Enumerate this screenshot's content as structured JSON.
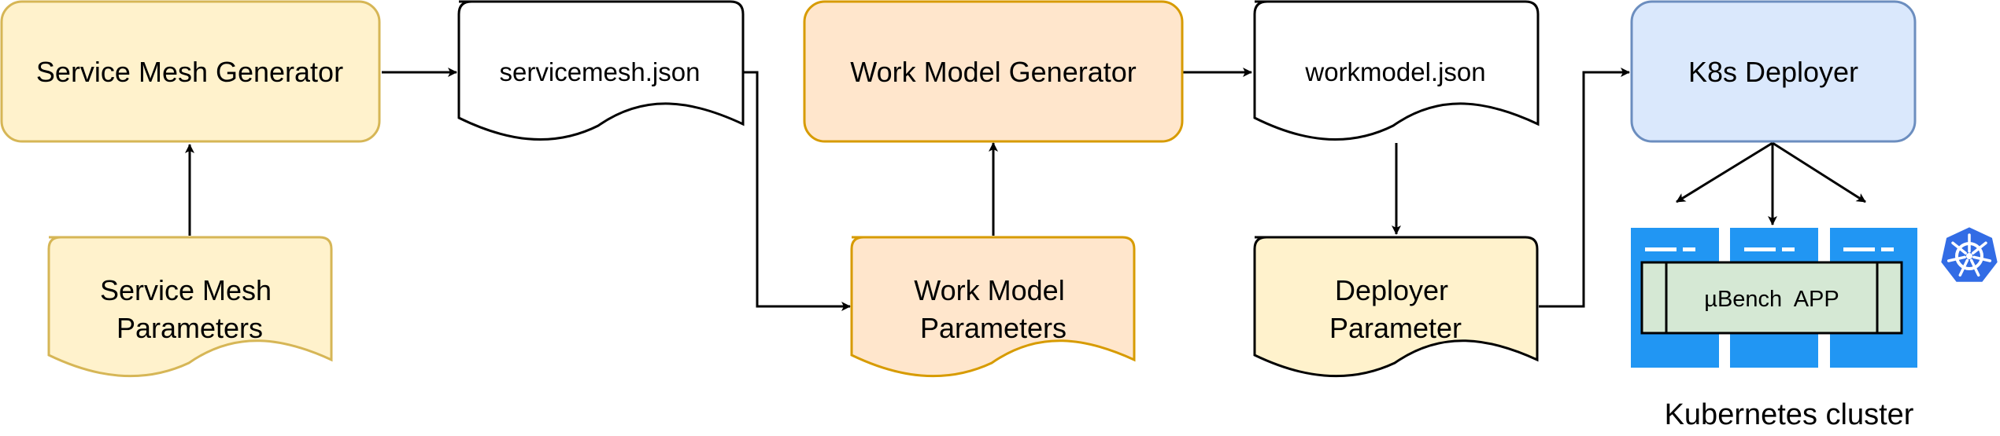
{
  "nodes": {
    "service_mesh_generator": "Service Mesh Generator",
    "servicemesh_json": "servicemesh.json",
    "work_model_generator": "Work Model Generator",
    "workmodel_json": "workmodel.json",
    "k8s_deployer": "K8s Deployer",
    "service_mesh_parameters": [
      "Service Mesh",
      "Parameters"
    ],
    "work_model_parameters": [
      "Work Model",
      "Parameters"
    ],
    "deployer_parameter": [
      "Deployer",
      "Parameter"
    ],
    "ubench_app": "µBench  APP",
    "kubernetes_cluster": "Kubernetes cluster"
  },
  "icons": {
    "kubernetes": "kubernetes-logo-icon"
  },
  "colors": {
    "yellow_fill": "#fff2cc",
    "yellow_stroke": "#d6b656",
    "orange_fill": "#ffe6cc",
    "orange_stroke": "#d79b00",
    "blue_fill": "#dae8fc",
    "blue_stroke": "#6c8ebf",
    "node_blue": "#2196f3",
    "app_green": "#d5e8d4",
    "k8s_blue": "#326ce5"
  }
}
